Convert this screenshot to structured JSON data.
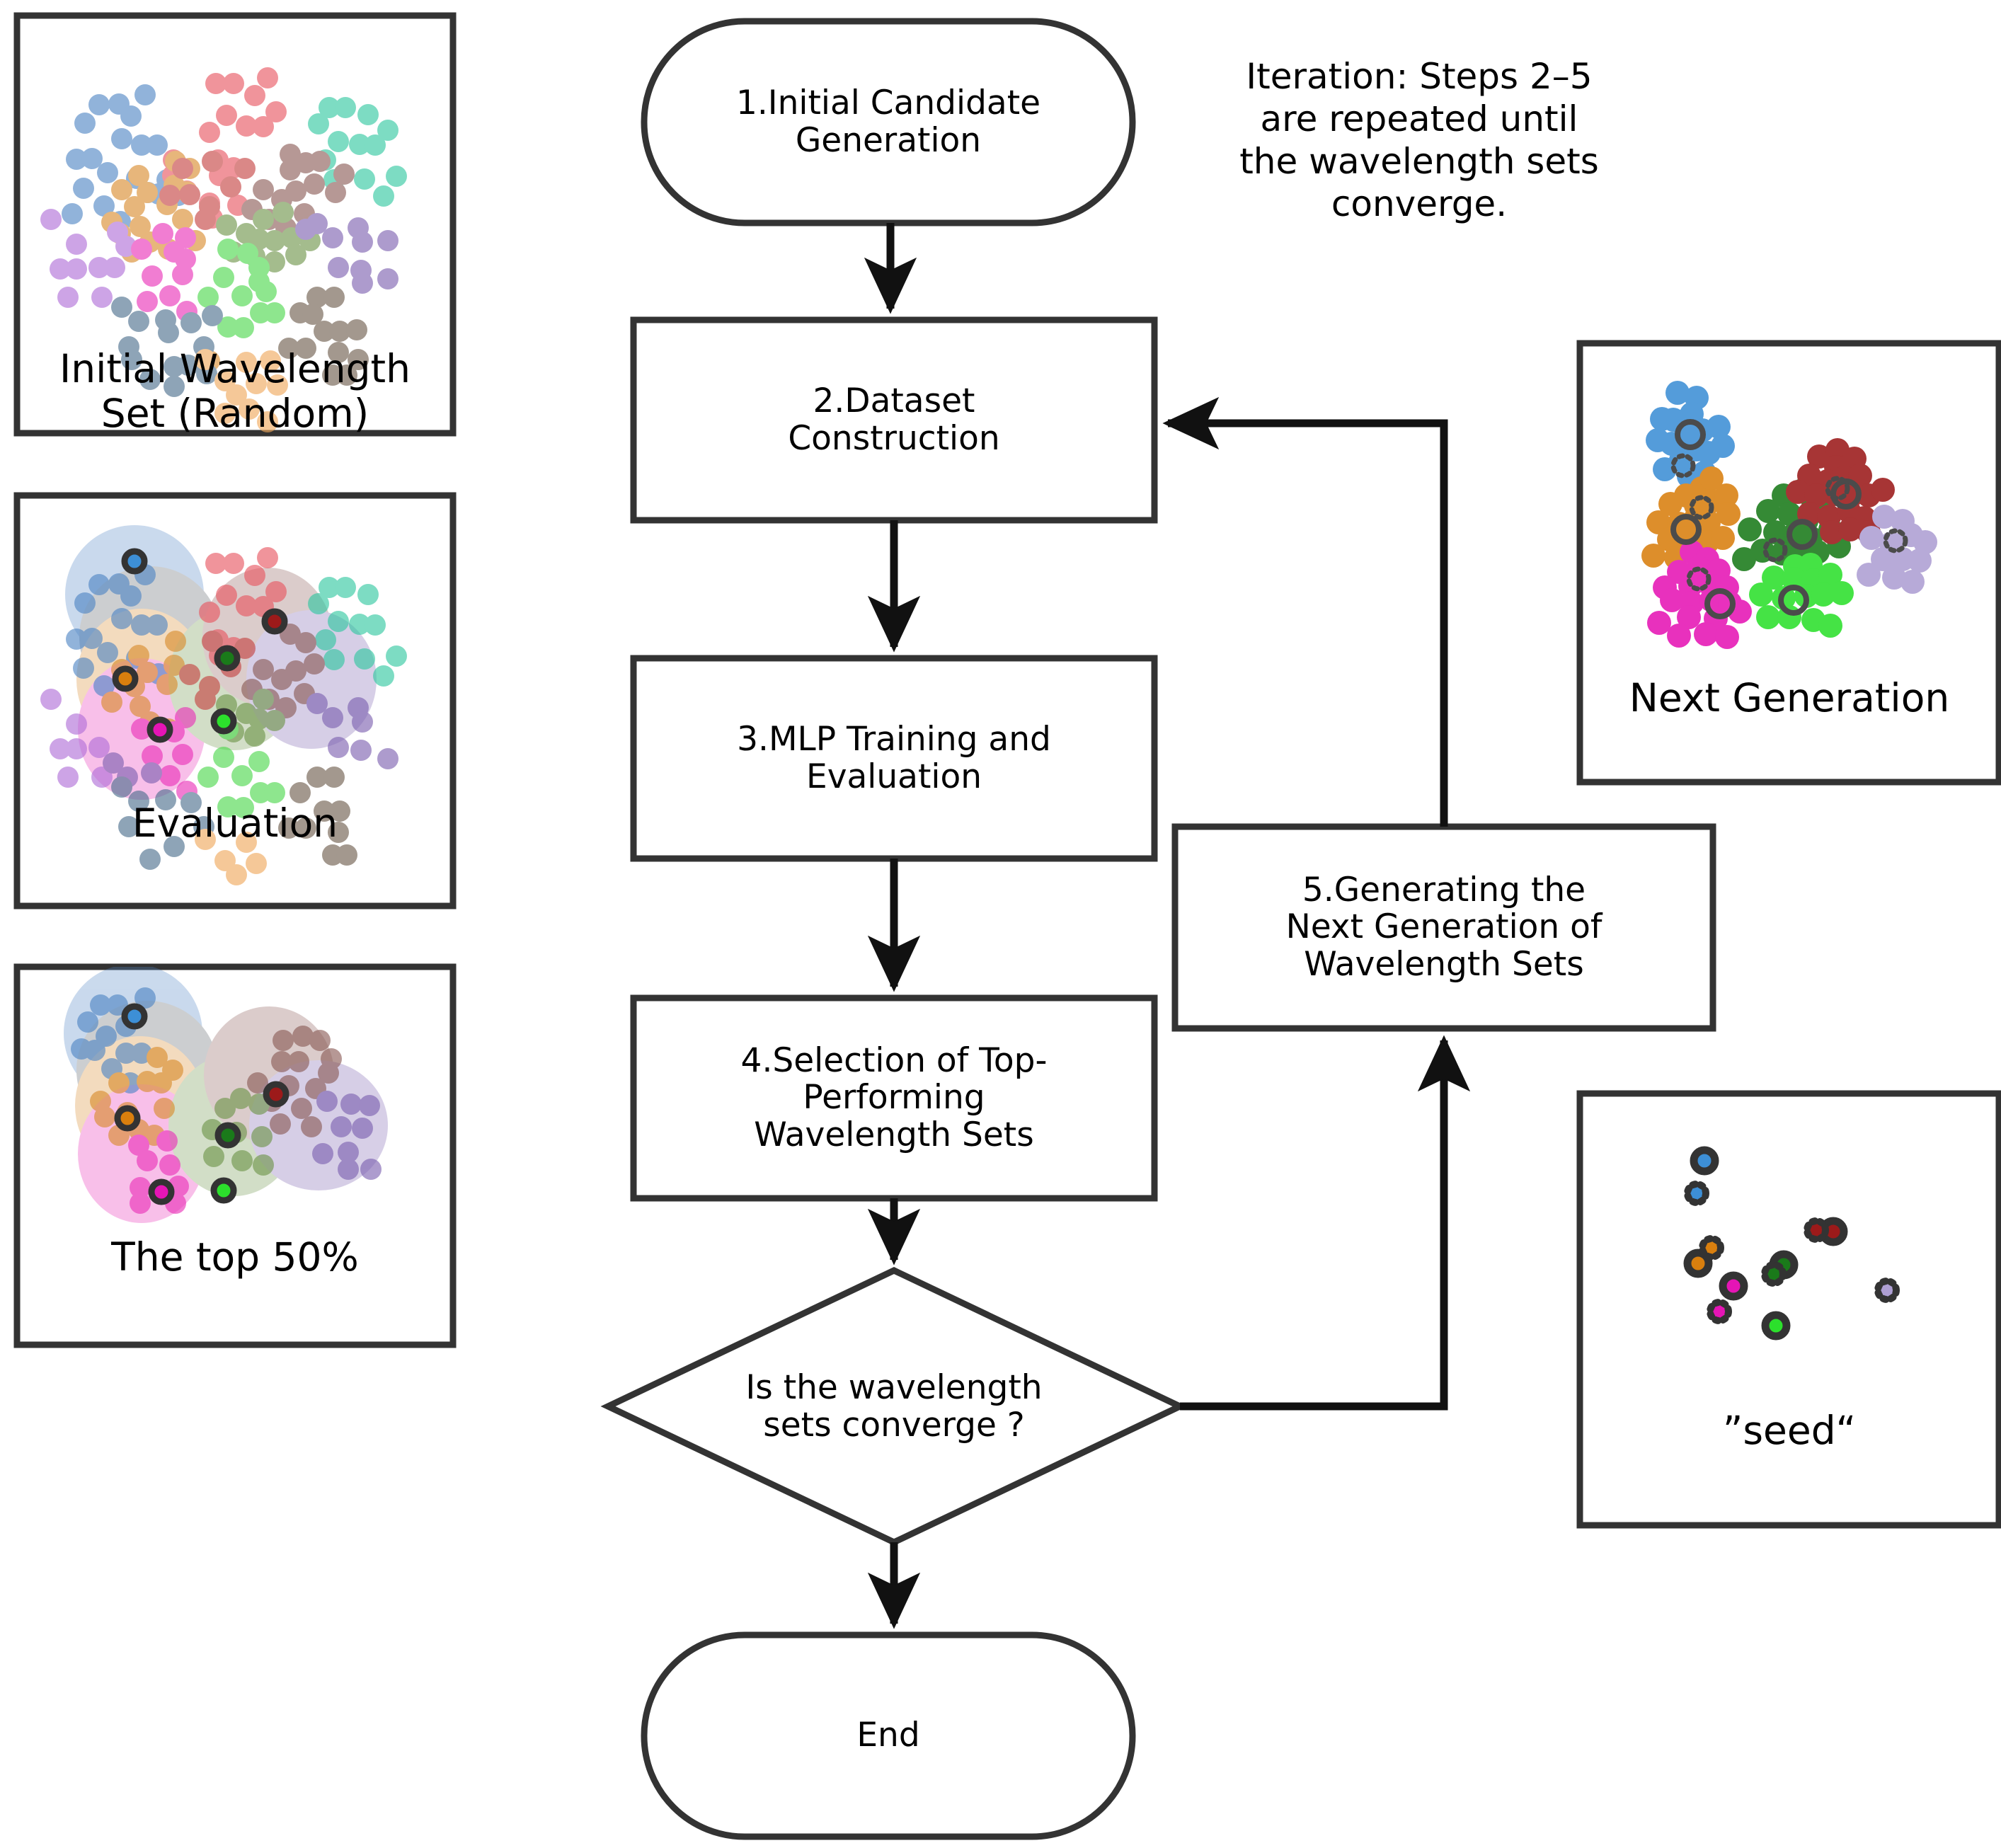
{
  "figure": {
    "kind": "flowchart",
    "background": "#ffffff",
    "stroke_color": "#333333",
    "text_color": "#000000"
  },
  "note": {
    "text": "Iteration: Steps 2–5\nare repeated until\nthe wavelength sets\nconverge."
  },
  "flow_nodes": [
    {
      "id": "n1",
      "shape": "stadium",
      "label": "1.Initial Candidate\nGeneration"
    },
    {
      "id": "n2",
      "shape": "rect",
      "label": "2.Dataset\nConstruction"
    },
    {
      "id": "n3",
      "shape": "rect",
      "label": "3.MLP Training and\nEvaluation"
    },
    {
      "id": "n4",
      "shape": "rect",
      "label": "4.Selection of Top-\nPerforming\nWavelength Sets"
    },
    {
      "id": "n5",
      "shape": "rect",
      "label": "5.Generating the\nNext Generation of\nWavelength Sets"
    },
    {
      "id": "d1",
      "shape": "diamond",
      "label": "Is the wavelength\nsets converge ?"
    },
    {
      "id": "end",
      "shape": "stadium",
      "label": "End"
    }
  ],
  "panels": [
    {
      "id": "p1",
      "caption": "Initial Wavelength\nSet (Random)"
    },
    {
      "id": "p2",
      "caption": "Evaluation"
    },
    {
      "id": "p3",
      "caption": "The top 50%"
    },
    {
      "id": "p4",
      "caption": "Next Generation"
    },
    {
      "id": "p5",
      "caption": "”seed“"
    }
  ],
  "palette": {
    "blue": "#7fa8d4",
    "red": "#f4828f",
    "teal": "#6fe0c2",
    "orange": "#d9a05b",
    "brown_red": "#d4696b",
    "olive": "#9ba97c",
    "mauve": "#a8827e",
    "violet": "#cdb0e0",
    "magenta": "#f050c0",
    "green": "#88e07a",
    "purple": "#9a8ec0",
    "slate": "#8aa0b5",
    "taupe": "#9d8675",
    "peach": "#f6c695",
    "strong_blue": "#3d8fd6",
    "strong_orange": "#d97f0e",
    "strong_magenta": "#e515b5",
    "strong_darkred": "#9c1a1a",
    "strong_darkgreen": "#1a7a1a",
    "strong_green": "#2ce02c",
    "strong_purple": "#ae9fd3",
    "marker_edge": "#333333"
  }
}
